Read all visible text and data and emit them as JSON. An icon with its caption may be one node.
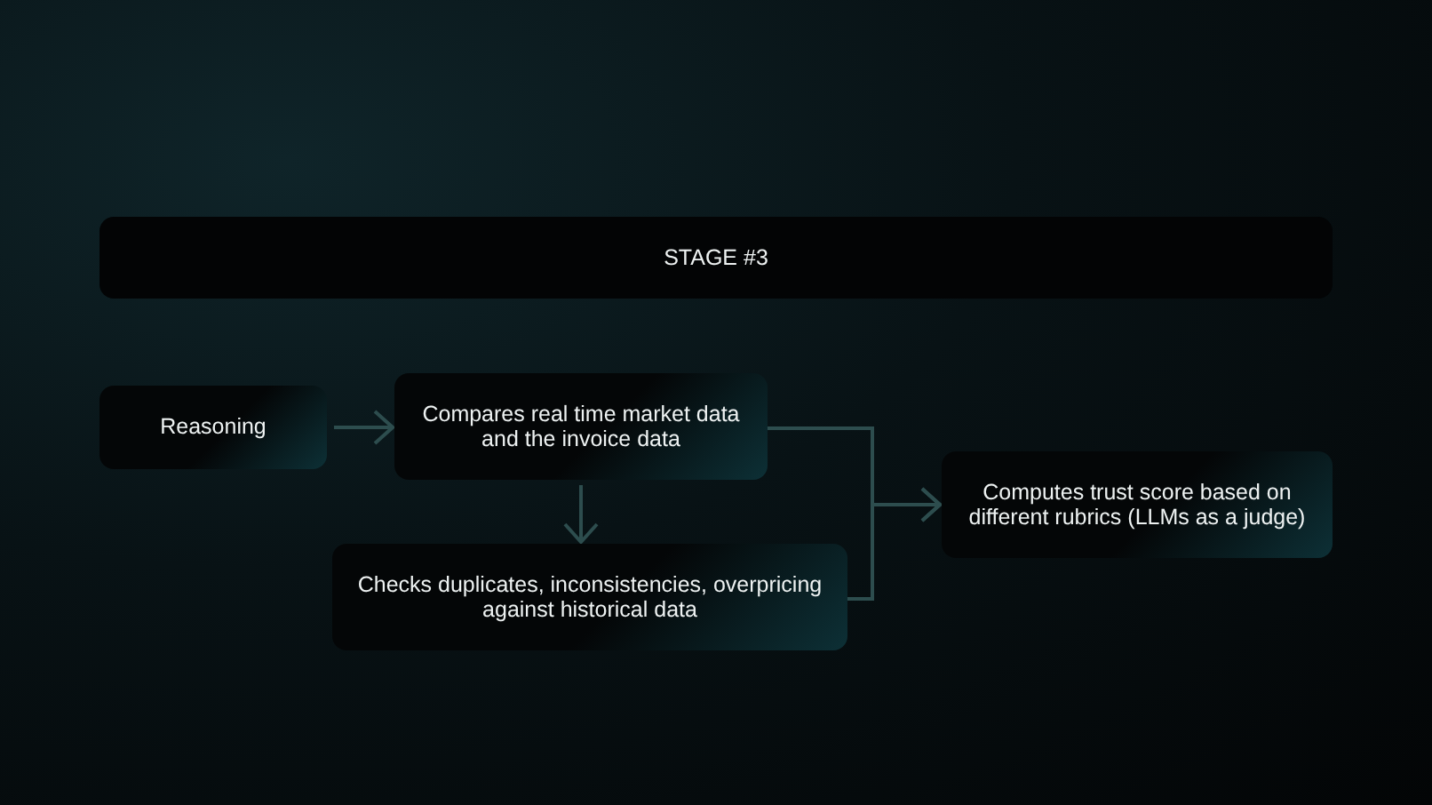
{
  "diagram": {
    "nodes": [
      {
        "text": [
          "STAGE #3"
        ]
      },
      {
        "text": [
          "Reasoning"
        ]
      },
      {
        "text": [
          "Compares real time market data and the invoice data"
        ]
      },
      {
        "text": [
          "Checks duplicates, inconsistencies, overpricing against historical data"
        ]
      },
      {
        "text": [
          "Computes trust score based on different rubrics (LLMs as a judge)"
        ]
      }
    ],
    "edges": [
      {
        "from": 1,
        "to": 2,
        "arrow": "to"
      },
      {
        "from": 2,
        "to": 3,
        "arrow": "to"
      },
      {
        "from": 2,
        "to": 4,
        "arrow": "to"
      },
      {
        "from": 3,
        "to": 4,
        "arrow": "to"
      }
    ]
  }
}
